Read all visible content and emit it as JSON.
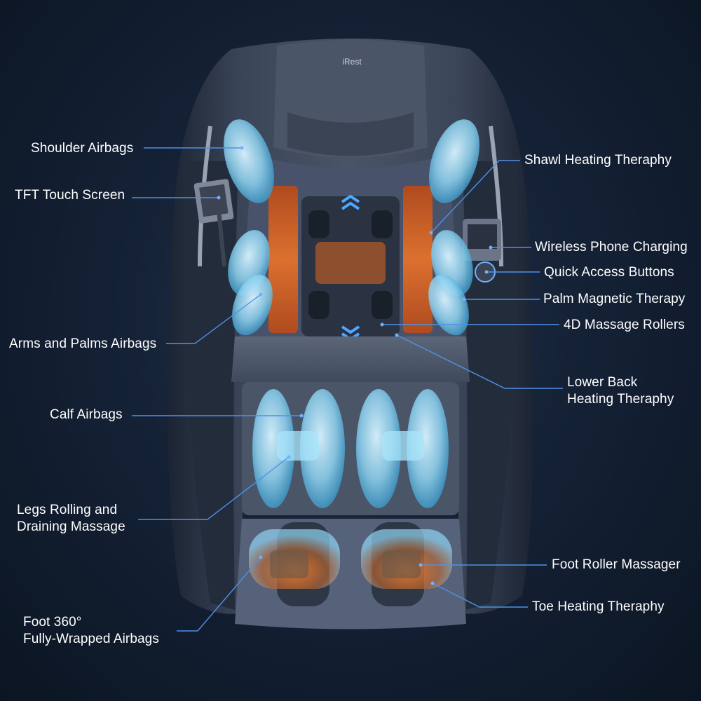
{
  "brand": "iRest",
  "labels": {
    "shoulder_airbags": "Shoulder Airbags",
    "tft_touch_screen": "TFT Touch Screen",
    "arms_palms_airbags": "Arms and Palms Airbags",
    "calf_airbags": "Calf Airbags",
    "legs_rolling_1": "Legs Rolling and",
    "legs_rolling_2": "Draining Massage",
    "foot_360_1": "Foot 360°",
    "foot_360_2": "Fully-Wrapped Airbags",
    "shawl_heating": "Shawl Heating Theraphy",
    "wireless_charging": "Wireless Phone Charging",
    "quick_access": "Quick Access Buttons",
    "palm_magnetic": "Palm Magnetic Therapy",
    "rollers_4d": "4D Massage Rollers",
    "lower_back_1": "Lower Back",
    "lower_back_2": "Heating Theraphy",
    "foot_roller": "Foot Roller Massager",
    "toe_heating": "Toe Heating Theraphy"
  },
  "colors": {
    "annotation": "#4d92e8",
    "heat": "#e0661f",
    "airbag": "#8fd4f2"
  }
}
